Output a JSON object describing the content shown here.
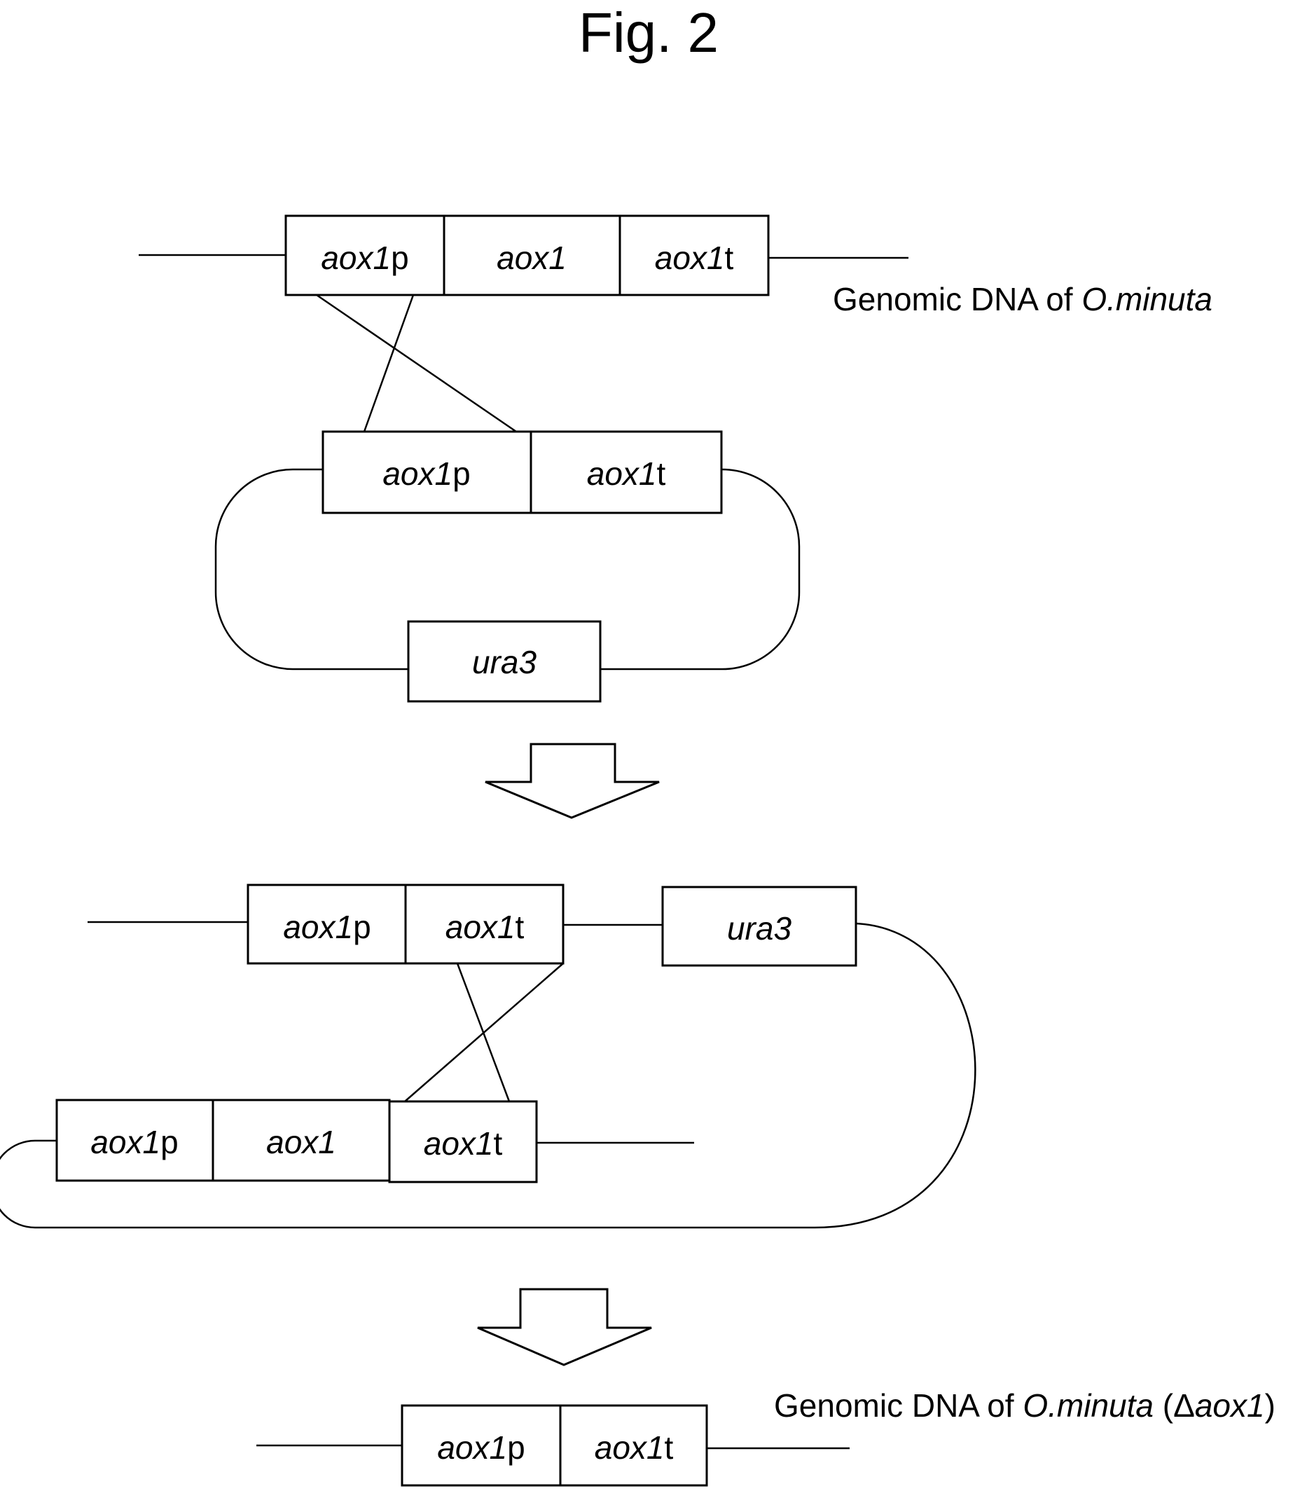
{
  "figure": {
    "title": "Fig. 2"
  },
  "genes": {
    "promoter": "aox1",
    "promoter_suffix": "p",
    "coding": "aox1",
    "terminator": "aox1",
    "terminator_suffix": "t",
    "marker": "ura3"
  },
  "labels": {
    "genomic_prefix": "Genomic DNA of ",
    "organism": "O.minuta",
    "deletion_open": " (Δ",
    "deletion_gene": "aox1",
    "deletion_close": ")"
  }
}
